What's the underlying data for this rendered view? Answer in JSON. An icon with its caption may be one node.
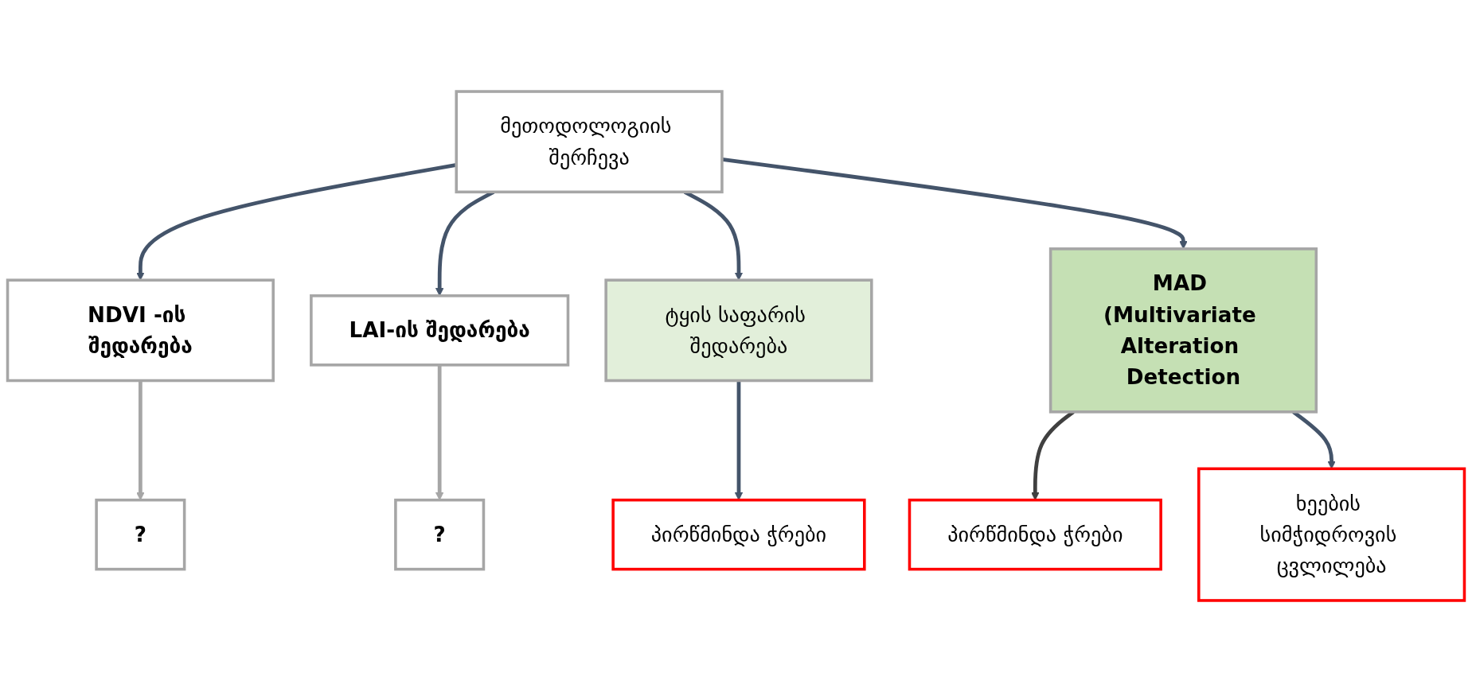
{
  "diagram": {
    "nodes": [
      {
        "text": [
          "მეთოდოლოგიის შერჩევა"
        ]
      },
      {
        "text": [
          "NDVI -ის შედარება"
        ]
      },
      {
        "text": [
          "LAI-ის შედარება"
        ]
      },
      {
        "text": [
          "ტყის საფარის შედარება"
        ]
      },
      {
        "text": [
          "MAD (Multivariate Alteration Detection"
        ]
      },
      {
        "text": [
          "?"
        ]
      },
      {
        "text": [
          "?"
        ]
      },
      {
        "text": [
          "პირწმინდა ჭრები"
        ]
      },
      {
        "text": [
          "პირწმინდა ჭრები"
        ]
      },
      {
        "text": [
          "ხეების სიმჭიდროვის ცვლილება"
        ]
      }
    ],
    "edges": [
      {
        "from": 0,
        "to": 1,
        "arrow": "to"
      },
      {
        "from": 0,
        "to": 2,
        "arrow": "to"
      },
      {
        "from": 0,
        "to": 3,
        "arrow": "to"
      },
      {
        "from": 0,
        "to": 4,
        "arrow": "to"
      },
      {
        "from": 1,
        "to": 5,
        "arrow": "to",
        "color": "#a6a6a6"
      },
      {
        "from": 2,
        "to": 6,
        "arrow": "to",
        "color": "#a6a6a6"
      },
      {
        "from": 3,
        "to": 7,
        "arrow": "to"
      },
      {
        "from": 4,
        "to": 8,
        "arrow": "to",
        "color": "#404040"
      },
      {
        "from": 4,
        "to": 9,
        "arrow": "to"
      }
    ]
  }
}
